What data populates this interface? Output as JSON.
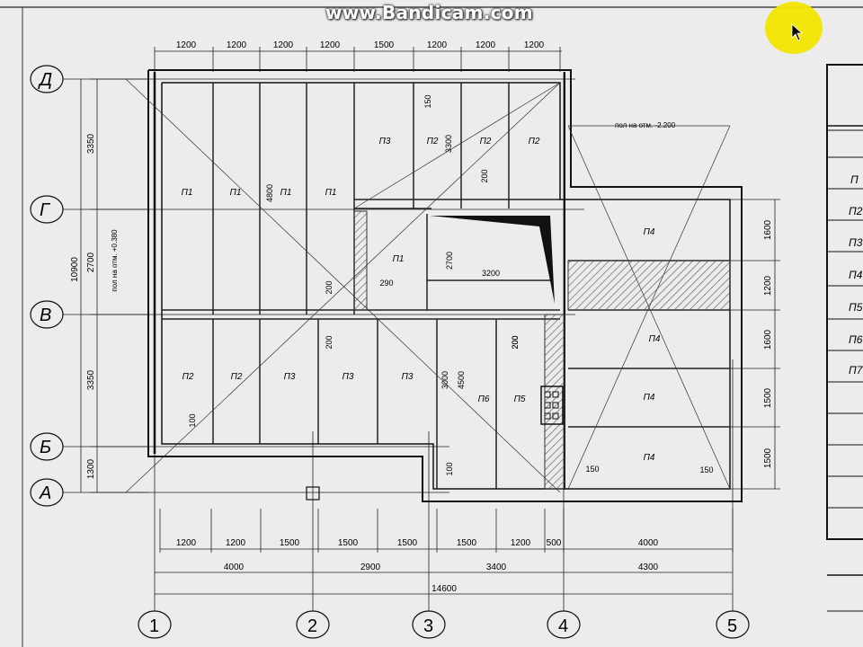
{
  "watermark": "www.Bandicam.com",
  "colors": {
    "line": "#151515",
    "paper": "#ececec",
    "hatch": "#555555",
    "highlight": "#f2e600"
  },
  "axes": {
    "rows": [
      "Д",
      "Г",
      "В",
      "Б",
      "А"
    ],
    "cols": [
      "1",
      "2",
      "3",
      "4",
      "5"
    ]
  },
  "dimensions": {
    "top_spans": [
      "1200",
      "1200",
      "1200",
      "1200",
      "1500",
      "1200",
      "1200",
      "1200"
    ],
    "bottom_row1": [
      "1200",
      "1200",
      "1500",
      "1500",
      "1500",
      "1500",
      "1200",
      "500",
      "4000"
    ],
    "bottom_row2": [
      "4000",
      "2900",
      "3400",
      "4300"
    ],
    "bottom_total": "14600",
    "left_spans": [
      "3350",
      "2700",
      "3350",
      "1300"
    ],
    "left_total": "10900",
    "right_spans": [
      "1600",
      "1200",
      "1600",
      "1500",
      "1500"
    ],
    "left_level_note": "пол на отм. +0.380",
    "top_right_note": "пол на отм. -2.200"
  },
  "slab_labels": {
    "p1_marks": [
      "П1",
      "П1",
      "П1",
      "П1"
    ],
    "p3_top": "П3",
    "p2_top": [
      "П2",
      "П2",
      "П2"
    ],
    "p1_center": "П1",
    "p2_bottom": [
      "П2",
      "П2"
    ],
    "p3_bottom": [
      "П3",
      "П3",
      "П3"
    ],
    "p6": "П6",
    "p5": "П5",
    "p4": [
      "П4",
      "П4",
      "П4",
      "П4"
    ]
  },
  "inner_dims": {
    "d150": "150",
    "d3300": "3300",
    "d4800": "4800",
    "d200a": "200",
    "d2700": "2700",
    "d3200": "3200",
    "d290": "290",
    "d200b": "200",
    "d200c": "200",
    "d200d": "200",
    "d3000": "3000",
    "d4500": "4500",
    "d200e": "200",
    "d100a": "100",
    "d100b": "100",
    "d150l": "150",
    "d150r": "150"
  },
  "table_labels": [
    "П",
    "П2",
    "П3",
    "П4",
    "П5",
    "П6",
    "П7"
  ]
}
